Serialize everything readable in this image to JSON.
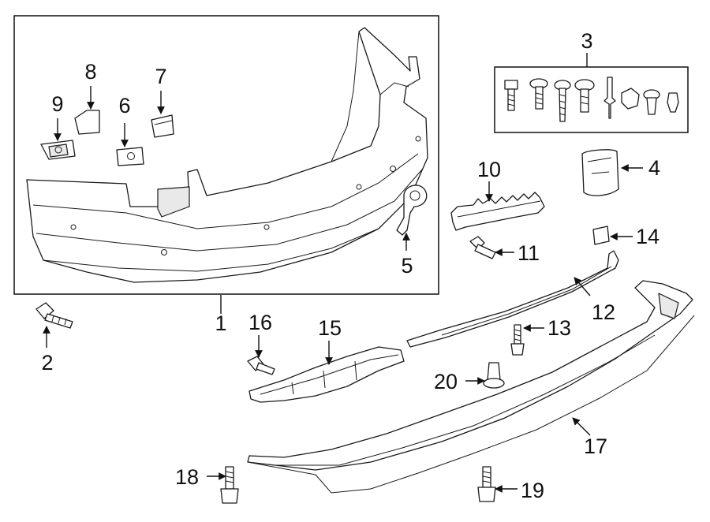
{
  "callouts": {
    "c1": "1",
    "c2": "2",
    "c3": "3",
    "c4": "4",
    "c5": "5",
    "c6": "6",
    "c7": "7",
    "c8": "8",
    "c9": "9",
    "c10": "10",
    "c11": "11",
    "c12": "12",
    "c13": "13",
    "c14": "14",
    "c15": "15",
    "c16": "16",
    "c17": "17",
    "c18": "18",
    "c19": "19",
    "c20": "20"
  },
  "colors": {
    "line": "#1a1a1a",
    "fill": "#ffffff",
    "shade": "#e9e9e9"
  }
}
